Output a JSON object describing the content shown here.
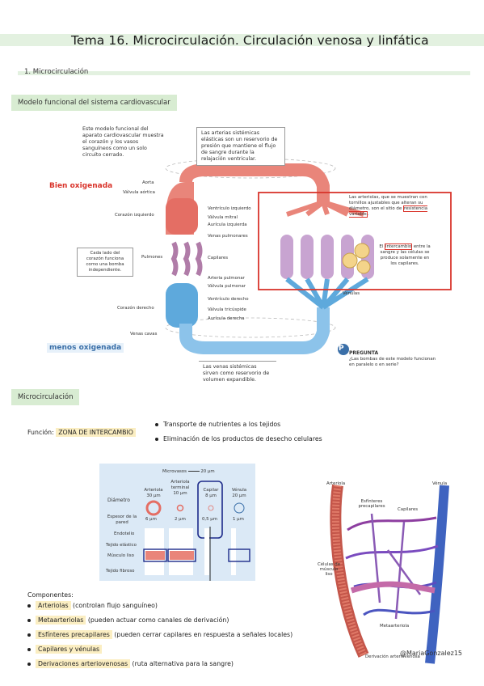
{
  "title": "Tema 16. Microcirculación. Circulación venosa y linfática",
  "section1": "1. Microcirculación",
  "subsection_model": "Modelo funcional del sistema cardiovascular",
  "diagram1": {
    "intro": "Este modelo funcional del aparato cardiovascular muestra el corazón y los vasos sanguíneos como un solo circuito cerrado.",
    "arteries_box": "Las arterias sistémicas elásticas son un reservorio de presión que mantiene el flujo de sangre durante la relajación ventricular.",
    "bien_oxigenada": "Bien oxigenada",
    "menos_oxigenada": "menos oxigenada",
    "left_labels": [
      "Aorta",
      "Válvula aórtica",
      "Corazón izquierdo",
      "Pulmones",
      "Corazón derecho",
      "Venas cavas"
    ],
    "cada_lado": "Cada lado del corazón funciona como una bomba independiente.",
    "center_labels": [
      "Ventrículo izquierdo",
      "Válvula mitral",
      "Aurícula izquierda",
      "Venas pulmonares",
      "Capilares",
      "Arteria pulmonar",
      "Válvula pulmonar",
      "Ventrículo derecho",
      "Válvula tricúspide",
      "Aurícula derecha"
    ],
    "arteriolas_pre": "Las arteriolas, que se muestran con tornillos ajustables que alteran su diámetro, son el sitio de ",
    "arteriolas_hl": "resistencia variable",
    "arteriolas_post": ".",
    "intercambio_pre": "El ",
    "intercambio_hl": "intercambio",
    "intercambio_post": " entre la sangre y las células se produce solamente en los capilares.",
    "venulas": "Vénulas",
    "venas_box": "Las venas sistémicas sirven como reservorio de volumen expandible.",
    "pregunta_icon": "P",
    "pregunta_title": "PREGUNTA",
    "pregunta_text": "¿Las bombas de este modelo funcionan en paralelo o en serie?"
  },
  "subsection_micro": "Microcirculación",
  "funcion_label": "Función:",
  "funcion_value": "ZONA DE INTERCAMBIO",
  "funciones": [
    "Transporte de nutrientes a los tejidos",
    "Eliminación de los productos de desecho celulares"
  ],
  "table": {
    "scale_label": "Microvasos",
    "scale_value": "20 µm",
    "row_labels": [
      "Diámetro",
      "Espesor de la pared",
      "Endotelio",
      "Tejido elástico",
      "Músculo liso",
      "Tejido fibroso"
    ],
    "columns": [
      {
        "name": "Arteriola",
        "diam": "30 µm",
        "wall": "6 µm"
      },
      {
        "name": "Arteriola terminal",
        "diam": "10 µm",
        "wall": "2 µm"
      },
      {
        "name": "Capilar",
        "diam": "8 µm",
        "wall": "0,5 µm"
      },
      {
        "name": "Vénula",
        "diam": "20 µm",
        "wall": "1 µm"
      }
    ]
  },
  "diagram2": {
    "labels": [
      "Arteriola",
      "Vénula",
      "Esfínteres precapilares",
      "Capilares",
      "Células de músculo liso",
      "Metaarteriola",
      "Derivación arteriovenosa"
    ],
    "watermark": "@MariaGonzalez15"
  },
  "componentes_title": "Componentes:",
  "componentes": [
    {
      "term": "Arteriolas",
      "desc": " (controlan flujo sanguíneo)"
    },
    {
      "term": "Metaarteriolas",
      "desc": " (pueden actuar como canales de derivación)"
    },
    {
      "term": "Esfínteres precapilares",
      "desc": " (pueden cerrar capilares en respuesta a señales locales)"
    },
    {
      "term": "Capilares y vénulas",
      "desc": ""
    },
    {
      "term": "Derivaciones arteriovenosas",
      "desc": " (ruta alternativa para la sangre)"
    }
  ],
  "colors": {
    "accent_green": "#d8ecd2",
    "highlight_yellow": "#fbeec2",
    "red_box": "#d9342b",
    "artery_red": "#e9857a",
    "vein_blue": "#5ea9dc"
  }
}
